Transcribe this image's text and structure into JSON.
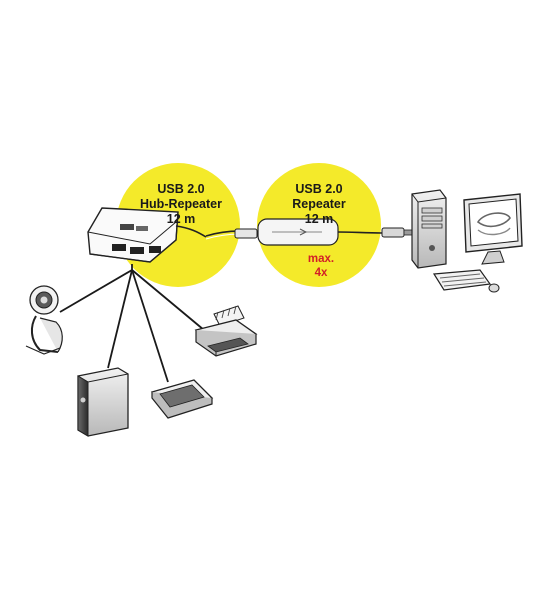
{
  "colors": {
    "circle": "#f4ea2a",
    "accent_red": "#d22027",
    "line": "#1a1a1a"
  },
  "hub_repeater": {
    "line1": "USB 2.0",
    "line2": "Hub-Repeater",
    "line3": "12 m"
  },
  "repeater": {
    "line1": "USB 2.0",
    "line2": "Repeater",
    "line3": "12 m"
  },
  "max_note": {
    "line1": "max.",
    "line2": "4x"
  },
  "devices": [
    "webcam-icon",
    "printer-icon",
    "external-drive-icon",
    "scanner-icon",
    "desktop-computer-icon",
    "usb-hub-icon",
    "usb-cable-icon"
  ]
}
